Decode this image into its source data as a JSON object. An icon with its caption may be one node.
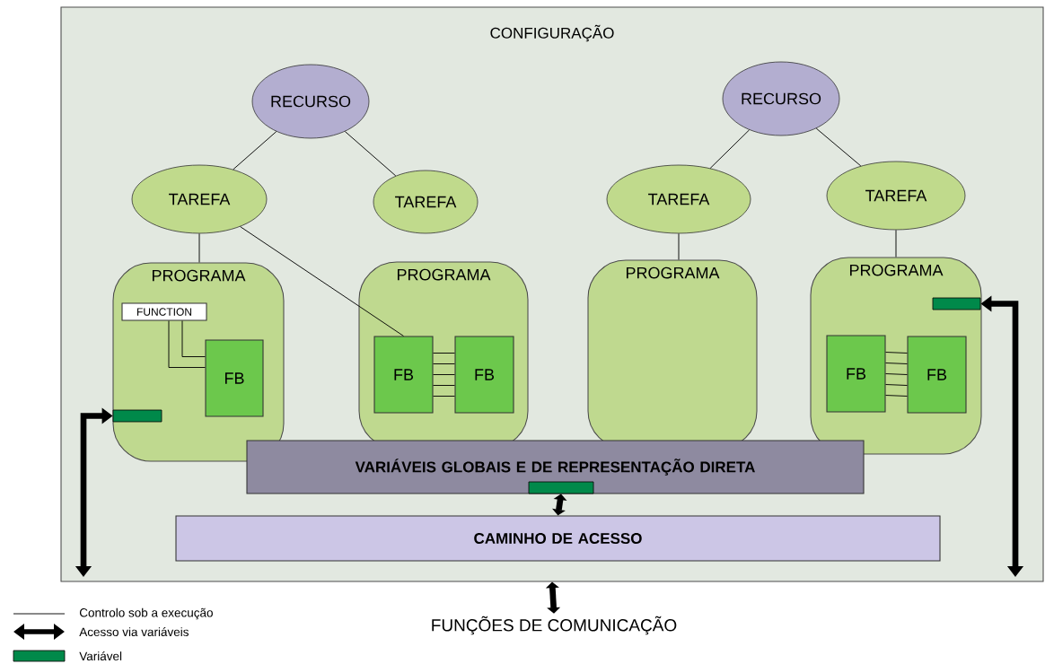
{
  "diagram": {
    "nodes": [
      {
        "text": [
          "CONFIGURAÇÃO"
        ]
      },
      {
        "text": [
          "RECURSO"
        ],
        "in": 0
      },
      {
        "text": [
          "RECURSO"
        ],
        "in": 0
      },
      {
        "text": [
          "TAREFA"
        ],
        "in": 0
      },
      {
        "text": [
          "TAREFA"
        ],
        "in": 0
      },
      {
        "text": [
          "TAREFA"
        ],
        "in": 0
      },
      {
        "text": [
          "TAREFA"
        ],
        "in": 0
      },
      {
        "text": [
          "PROGRAMA"
        ],
        "in": 0
      },
      {
        "text": [
          "FUNCTION"
        ],
        "in": 7
      },
      {
        "text": [
          "FB"
        ],
        "in": 7
      },
      {
        "text": [],
        "shape": "box",
        "in": 7
      },
      {
        "text": [
          "PROGRAMA"
        ],
        "in": 0
      },
      {
        "text": [
          "FB"
        ],
        "in": 11
      },
      {
        "text": [
          "FB"
        ],
        "in": 11
      },
      {
        "text": [
          "PROGRAMA"
        ],
        "in": 0
      },
      {
        "text": [
          "PROGRAMA"
        ],
        "in": 0
      },
      {
        "text": [],
        "shape": "box",
        "in": 15
      },
      {
        "text": [
          "FB"
        ],
        "in": 15
      },
      {
        "text": [
          "FB"
        ],
        "in": 15
      },
      {
        "text": [
          "VARIÁVEIS GLOBAIS E DE REPRESENTAÇÃO DIRETA"
        ],
        "in": 0
      },
      {
        "text": [],
        "shape": "box",
        "in": 19
      },
      {
        "text": [
          "CAMINHO DE ACESSO"
        ],
        "in": 0
      },
      {
        "text": [
          "FUNÇÕES DE COMUNICAÇÃO"
        ]
      }
    ],
    "edges": [
      {
        "from": 1,
        "to": 3,
        "arrow": "none"
      },
      {
        "from": 1,
        "to": 4,
        "arrow": "none"
      },
      {
        "from": 2,
        "to": 5,
        "arrow": "none"
      },
      {
        "from": 2,
        "to": 6,
        "arrow": "none"
      },
      {
        "from": 3,
        "to": 7,
        "arrow": "none"
      },
      {
        "from": 3,
        "to": 12,
        "arrow": "none"
      },
      {
        "from": 5,
        "to": 14,
        "arrow": "none"
      },
      {
        "from": 6,
        "to": 15,
        "arrow": "none"
      },
      {
        "from": 8,
        "to": 9,
        "arrow": "none"
      },
      {
        "from": 8,
        "to": 9,
        "arrow": "none"
      },
      {
        "from": 12,
        "to": 13,
        "arrow": "none"
      },
      {
        "from": 12,
        "to": 13,
        "arrow": "none"
      },
      {
        "from": 12,
        "to": 13,
        "arrow": "none"
      },
      {
        "from": 12,
        "to": 13,
        "arrow": "none"
      },
      {
        "from": 12,
        "to": 13,
        "arrow": "none"
      },
      {
        "from": 17,
        "to": 18,
        "arrow": "none"
      },
      {
        "from": 17,
        "to": 18,
        "arrow": "none"
      },
      {
        "from": 17,
        "to": 18,
        "arrow": "none"
      },
      {
        "from": 17,
        "to": 18,
        "arrow": "none"
      },
      {
        "from": 17,
        "to": 18,
        "arrow": "none"
      },
      {
        "from": null,
        "to": 10,
        "arrow": "both",
        "style": "thick"
      },
      {
        "from": null,
        "to": 16,
        "arrow": "both",
        "style": "thick"
      },
      {
        "from": 20,
        "to": 21,
        "arrow": "both",
        "style": "thick"
      },
      {
        "from": 0,
        "to": 22,
        "arrow": "both",
        "style": "thick"
      }
    ],
    "legend": [
      {
        "text": "Controlo sob a execução"
      },
      {
        "text": "Acesso via variáveis"
      },
      {
        "text": "Variável",
        "color": "#00894a"
      }
    ]
  }
}
